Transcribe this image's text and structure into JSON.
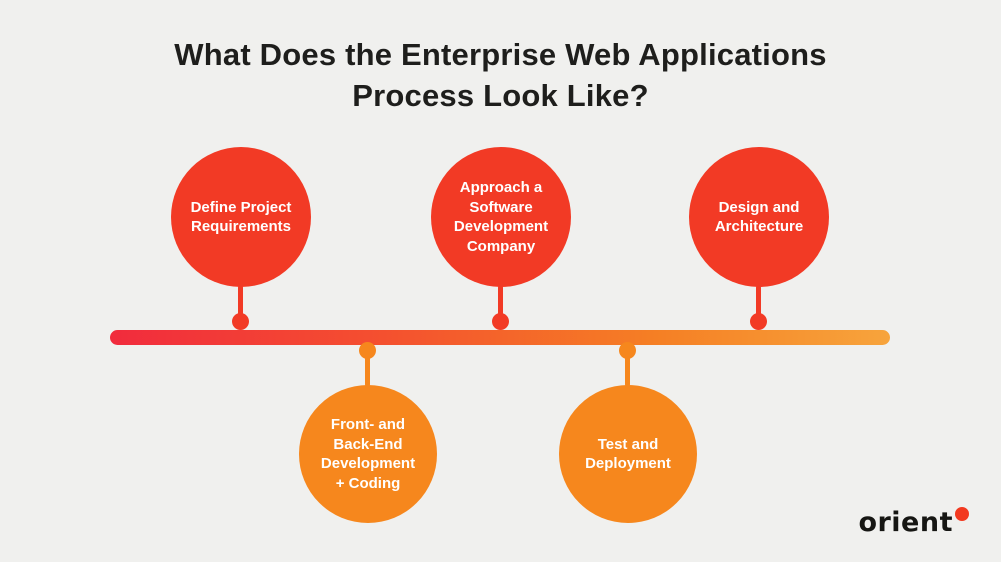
{
  "title": {
    "lines": [
      "What Does the Enterprise Web Applications",
      "Process Look Like?"
    ]
  },
  "steps": [
    {
      "id": 1,
      "label": "Define Project Requirements",
      "row": "top",
      "color": "#F23A25"
    },
    {
      "id": 2,
      "label": "Approach a Software Development Company",
      "row": "top",
      "color": "#F23A25"
    },
    {
      "id": 3,
      "label": "Design and Architecture",
      "row": "top",
      "color": "#F23A25"
    },
    {
      "id": 4,
      "label": "Front- and Back-End Development + Coding",
      "row": "bottom",
      "color": "#F6871D"
    },
    {
      "id": 5,
      "label": "Test and Deployment",
      "row": "bottom",
      "color": "#F6871D"
    }
  ],
  "timeline": {
    "orientation": "horizontal",
    "gradient_start": "#F12B3D",
    "gradient_end": "#F7A43C"
  },
  "colors": {
    "background": "#F0F0EE",
    "title_text": "#1E1E1C",
    "top_circle": "#F23A25",
    "bottom_circle": "#F6871D",
    "circle_text": "#FFFFFF",
    "logo_text": "#161613",
    "logo_dot": "#F2391F"
  },
  "logo": {
    "text": "orient"
  }
}
